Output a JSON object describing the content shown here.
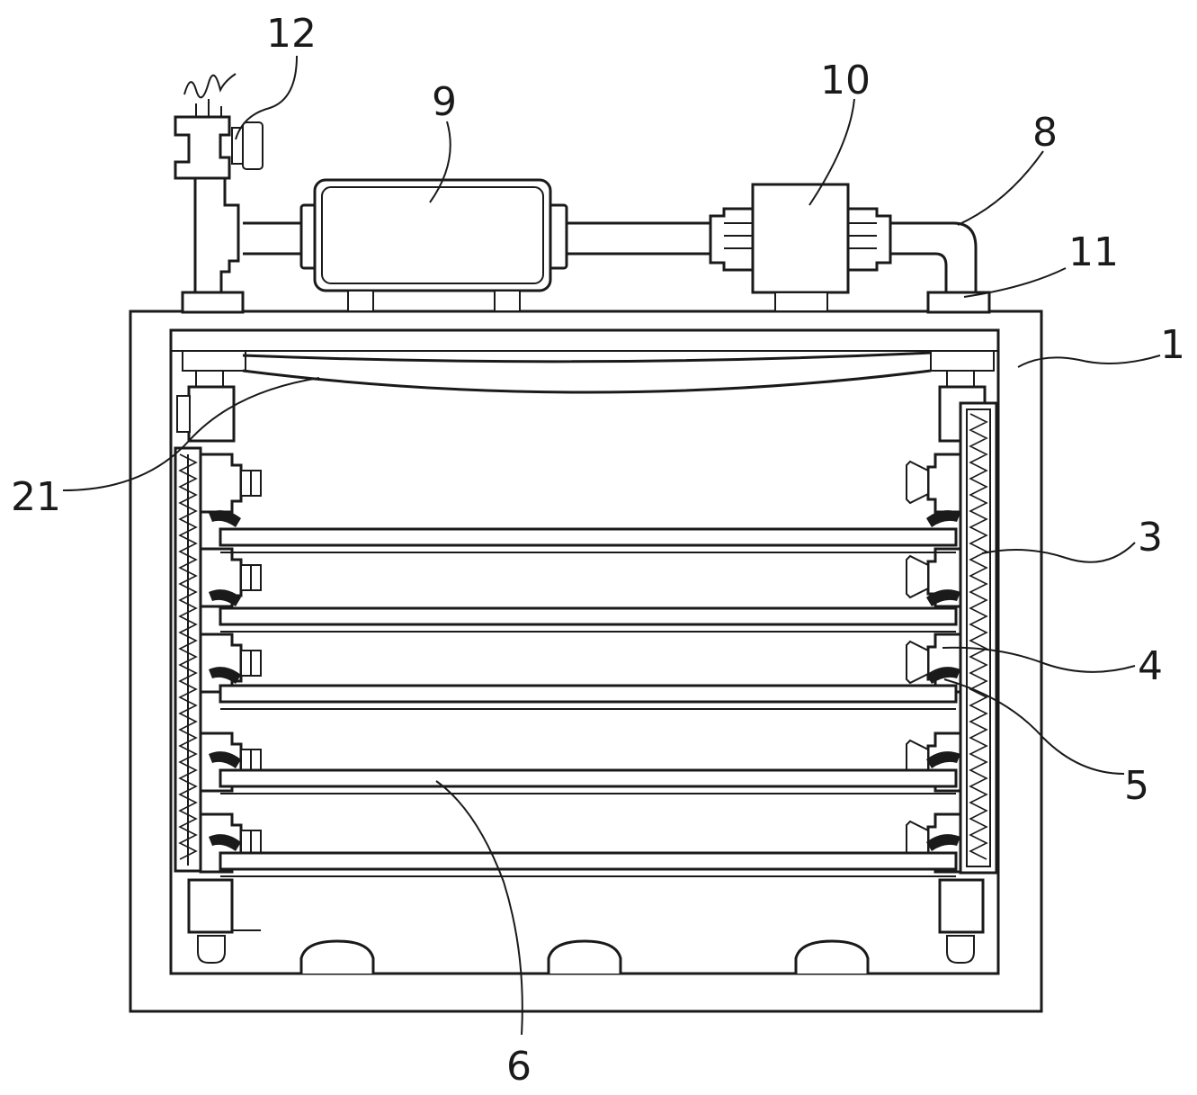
{
  "labels": {
    "l1": "1",
    "l3": "3",
    "l4": "4",
    "l5": "5",
    "l6": "6",
    "l8": "8",
    "l9": "9",
    "l10": "10",
    "l11": "11",
    "l12": "12",
    "l21": "21"
  },
  "colors": {
    "line": "#1a1a1a",
    "background": "#ffffff"
  }
}
